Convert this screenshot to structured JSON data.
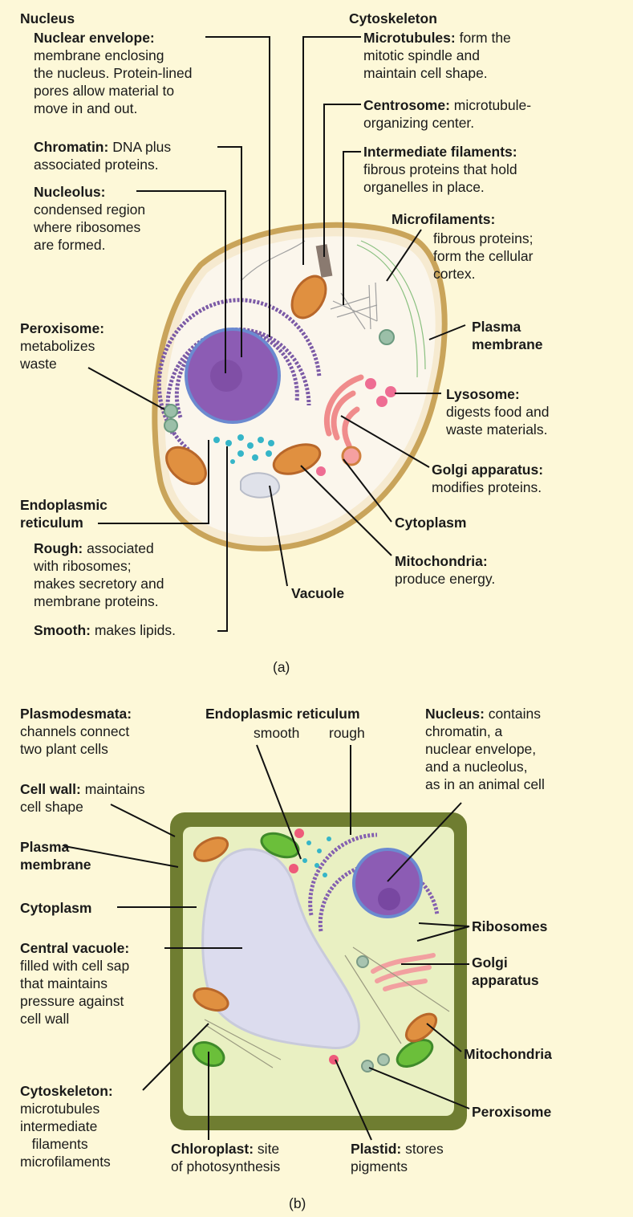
{
  "animal": {
    "caption": "(a)",
    "nucleus_heading": "Nucleus",
    "nuclear_envelope": {
      "term": "Nuclear envelope:",
      "desc": "\nmembrane enclosing\nthe nucleus. Protein-lined\npores allow material to\nmove in and out."
    },
    "chromatin": {
      "term": "Chromatin:",
      "desc": " DNA plus\nassociated proteins."
    },
    "nucleolus": {
      "term": "Nucleolus:",
      "desc": "\ncondensed region\nwhere ribosomes\nare formed."
    },
    "peroxisome": {
      "term": "Peroxisome:",
      "desc": "\nmetabolizes\nwaste"
    },
    "er_heading": "Endoplasmic\nreticulum",
    "rough": {
      "term": "Rough:",
      "desc": " associated\nwith ribosomes;\nmakes secretory and\nmembrane proteins."
    },
    "smooth": {
      "term": "Smooth:",
      "desc": " makes lipids."
    },
    "vacuole": "Vacuole",
    "cytoskeleton_heading": "Cytoskeleton",
    "microtubules": {
      "term": "Microtubules:",
      "desc": " form the\nmitotic spindle and\nmaintain cell shape."
    },
    "centrosome": {
      "term": "Centrosome:",
      "desc": " microtubule-\norganizing center."
    },
    "intermediate_filaments": {
      "term": "Intermediate filaments:",
      "desc": "\nfibrous proteins that hold\norganelles in place."
    },
    "microfilaments": {
      "term": "Microfilaments:",
      "desc": "fibrous proteins;\nform the cellular\ncortex."
    },
    "plasma_membrane": "Plasma\nmembrane",
    "lysosome": {
      "term": "Lysosome:",
      "desc": "\ndigests food and\nwaste materials."
    },
    "golgi": {
      "term": "Golgi apparatus:",
      "desc": "\nmodifies proteins."
    },
    "cytoplasm": "Cytoplasm",
    "mitochondria": {
      "term": "Mitochondria:",
      "desc": "\nproduce energy."
    }
  },
  "plant": {
    "caption": "(b)",
    "plasmodesmata": {
      "term": "Plasmodesmata:",
      "desc": "\nchannels connect\ntwo plant cells"
    },
    "er_heading": "Endoplasmic reticulum",
    "er_smooth": "smooth",
    "er_rough": "rough",
    "nucleus": {
      "term": "Nucleus:",
      "desc": " contains\nchromatin, a\nnuclear envelope,\nand a nucleolus,\nas in an animal cell"
    },
    "cell_wall": {
      "term": "Cell wall:",
      "desc": " maintains\ncell shape"
    },
    "plasma_membrane": "Plasma\nmembrane",
    "cytoplasm": "Cytoplasm",
    "central_vacuole": {
      "term": "Central vacuole:",
      "desc": "\nfilled with cell sap\nthat maintains\npressure against\ncell wall"
    },
    "cytoskeleton": {
      "term": "Cytoskeleton:",
      "desc": "\nmicrotubules\nintermediate\n   filaments\nmicrofilaments"
    },
    "chloroplast": {
      "term": "Chloroplast:",
      "desc": " site\nof photosynthesis"
    },
    "plastid": {
      "term": "Plastid:",
      "desc": " stores\npigments"
    },
    "ribosomes": "Ribosomes",
    "golgi": "Golgi\napparatus",
    "mitochondria": "Mitochondria",
    "peroxisome": "Peroxisome"
  },
  "colors": {
    "background": "#fdf8d8",
    "animal_membrane": "#c9a45a",
    "plant_wall": "#6f7d31",
    "nucleus": "#8c5cb4"
  }
}
